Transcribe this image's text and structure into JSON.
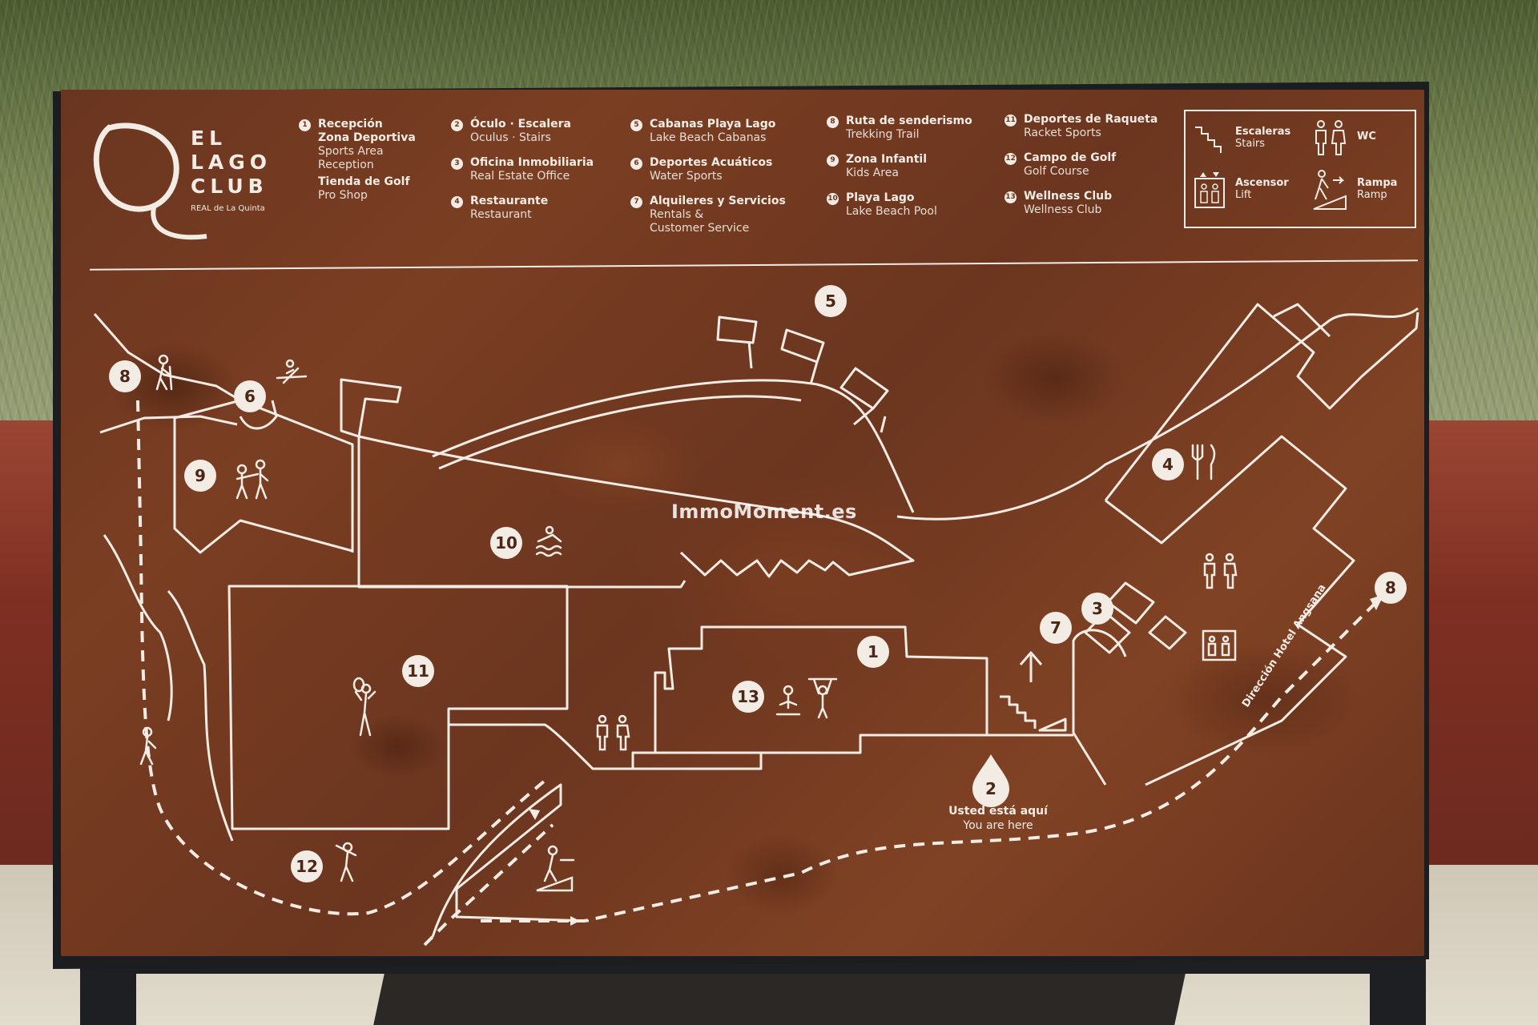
{
  "logo": {
    "line1": "EL",
    "line2": "LAGO",
    "line3": "CLUB",
    "sub": "REAL de La Quinta"
  },
  "legend": [
    {
      "n": "1",
      "es": "Recepción",
      "es2": "Zona Deportiva",
      "en": "Sports Area",
      "en2": "Reception",
      "es3": "Tienda de Golf",
      "en3": "Pro Shop"
    },
    {
      "n": "2",
      "es": "Óculo · Escalera",
      "en": "Oculus · Stairs"
    },
    {
      "n": "3",
      "es": "Oficina Inmobiliaria",
      "en": "Real Estate Office"
    },
    {
      "n": "4",
      "es": "Restaurante",
      "en": "Restaurant"
    },
    {
      "n": "5",
      "es": "Cabanas Playa Lago",
      "en": "Lake Beach Cabanas"
    },
    {
      "n": "6",
      "es": "Deportes Acuáticos",
      "en": "Water Sports"
    },
    {
      "n": "7",
      "es": "Alquileres y Servicios",
      "en": "Rentals &",
      "en2": "Customer Service"
    },
    {
      "n": "8",
      "es": "Ruta de senderismo",
      "en": "Trekking Trail"
    },
    {
      "n": "9",
      "es": "Zona Infantil",
      "en": "Kids Area"
    },
    {
      "n": "10",
      "es": "Playa Lago",
      "en": "Lake Beach Pool"
    },
    {
      "n": "11",
      "es": "Deportes de Raqueta",
      "en": "Racket Sports"
    },
    {
      "n": "12",
      "es": "Campo de Golf",
      "en": "Golf Course"
    },
    {
      "n": "13",
      "es": "Wellness Club",
      "en": "Wellness Club"
    }
  ],
  "key": {
    "stairs_es": "Escaleras",
    "stairs_en": "Stairs",
    "wc": "WC",
    "lift_es": "Ascensor",
    "lift_en": "Lift",
    "ramp_es": "Rampa",
    "ramp_en": "Ramp"
  },
  "map": {
    "markers": [
      "1",
      "2",
      "3",
      "4",
      "5",
      "6",
      "7",
      "8",
      "8",
      "9",
      "10",
      "11",
      "12",
      "13"
    ],
    "you_are_here_es": "Usted está aquí",
    "you_are_here_en": "You are here",
    "direction": "Dirección Hotel Angsana",
    "watermark": "ImmoMoment.es"
  },
  "colors": {
    "board": "#7a3e22",
    "ink": "#f3ece4",
    "frame": "#1c1d20"
  }
}
